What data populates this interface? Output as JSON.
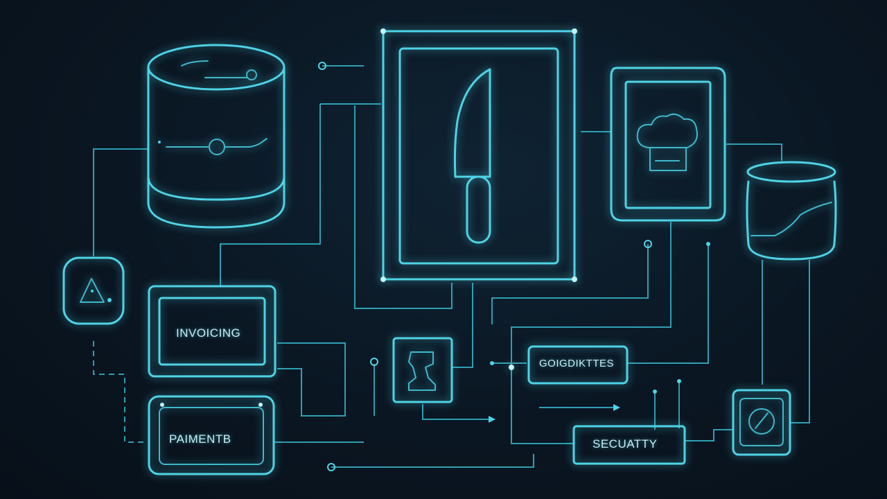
{
  "nodes": {
    "invoicing": {
      "label": "INVOICING"
    },
    "payments": {
      "label": "PAIMENTB"
    },
    "security": {
      "label": "SECUATTY"
    },
    "scheduling": {
      "label": "GOIGDIKTTES"
    }
  },
  "colors": {
    "accent": "#4fd3e6",
    "wire": "#2e9fb3",
    "background": "#0a1622"
  },
  "icons": [
    "database-icon",
    "knife-icon",
    "chef-hat-icon",
    "jar-icon",
    "warning-icon",
    "chef-icon",
    "spice-icon"
  ]
}
